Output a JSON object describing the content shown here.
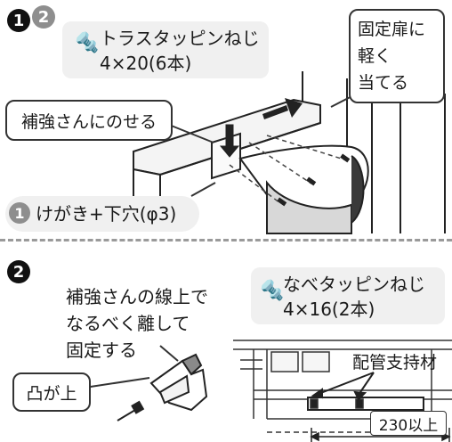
{
  "top": {
    "step1": "1",
    "step2": "2",
    "screw_name": "トラスタッピンねじ",
    "screw_size": "4×20(6本)",
    "press_line1": "固定扉に",
    "press_line2": "軽く",
    "press_line3": "当てる",
    "reinforce_label": "補強さんにのせる",
    "marking_step": "1",
    "marking_label": "けがき+下穴(φ3)"
  },
  "bottom": {
    "step2": "2",
    "note_line1": "補強さんの線上で",
    "note_line2": "なるべく離して",
    "note_line3": "固定する",
    "screw_name": "なべタッピンねじ",
    "screw_size": "4×16(2本)",
    "convex_label": "凸が上",
    "pipe_support_label": "配管支持材",
    "distance_label": "230以上"
  }
}
